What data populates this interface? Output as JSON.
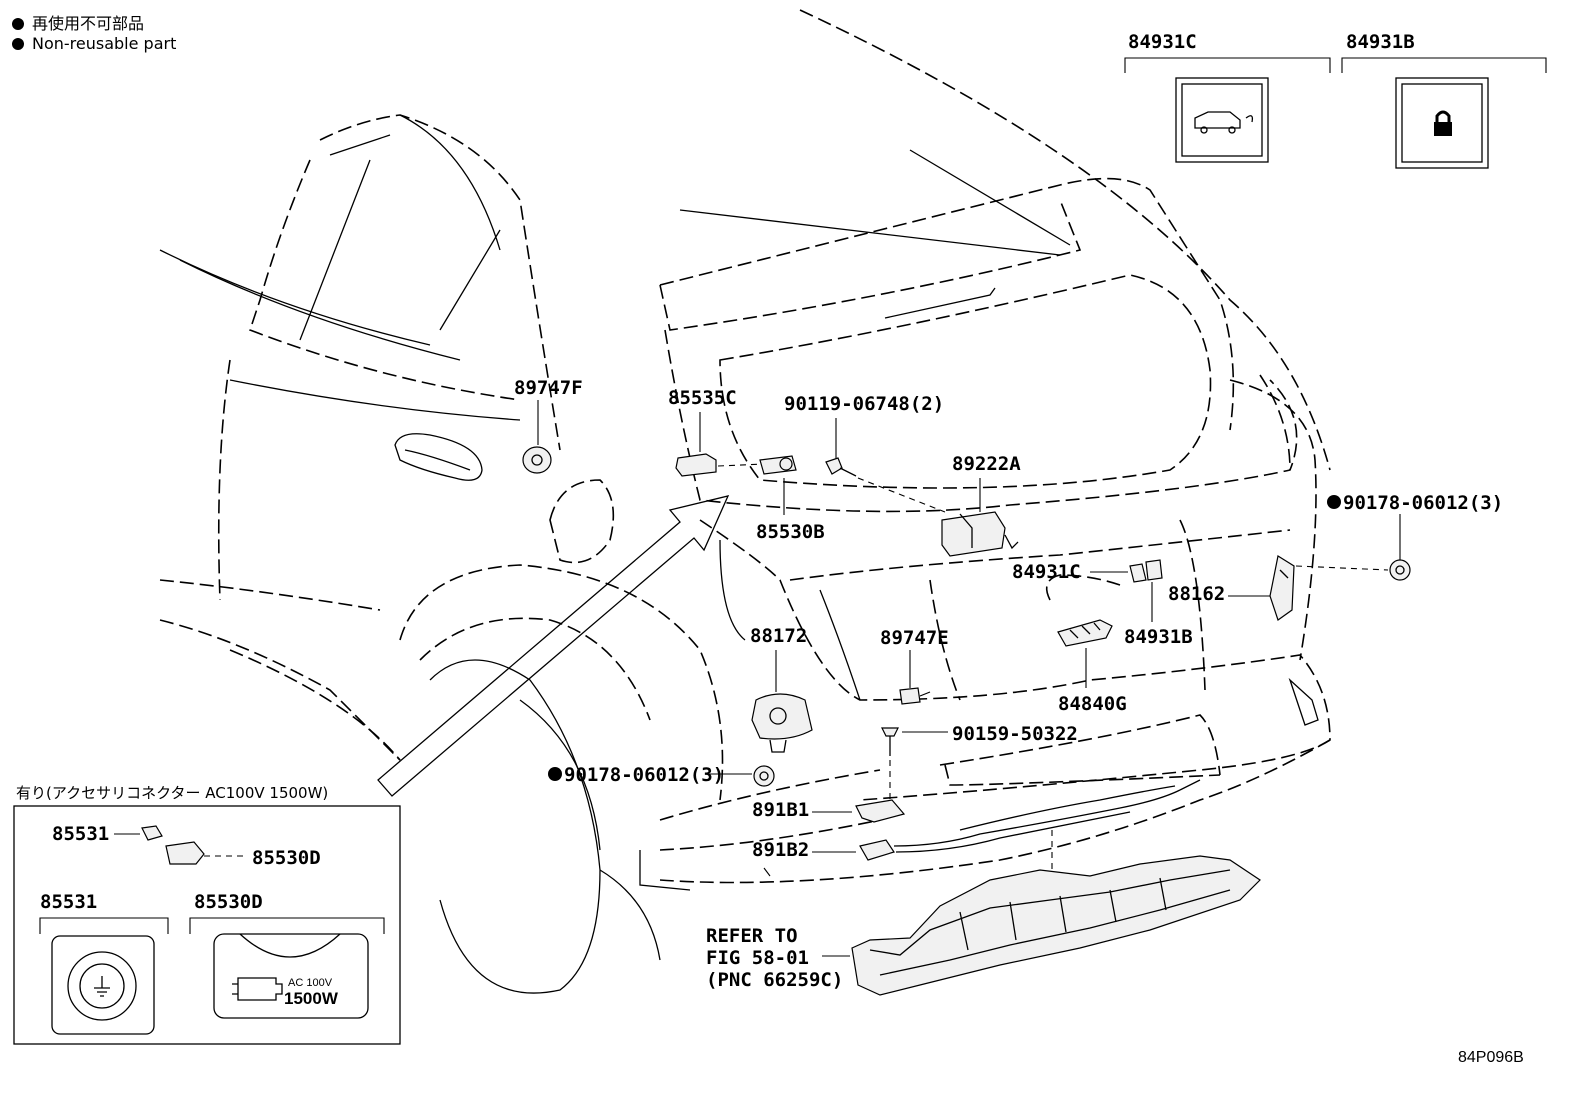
{
  "legend": {
    "jp": "再使用不可部品",
    "en": "Non-reusable part"
  },
  "figure_code": "84P096B",
  "labels": {
    "c84931C_top": "84931C",
    "c84931B_top": "84931B",
    "c89747F": "89747F",
    "c85535C": "85535C",
    "c90119": "90119-06748(2)",
    "c89222A": "89222A",
    "c85530B": "85530B",
    "c90178_right": "90178-06012(3)",
    "c84931C": "84931C",
    "c88162": "88162",
    "c84931B": "84931B",
    "c88172": "88172",
    "c89747E": "89747E",
    "c84840G": "84840G",
    "c90159": "90159-50322",
    "c90178_left": "90178-06012(3)",
    "c891B1": "891B1",
    "c891B2": "891B2",
    "refer1": "REFER TO",
    "refer2": "FIG 58-01",
    "refer3": "(PNC 66259C)",
    "inset_title": "有り(アクセサリコネクター AC100V 1500W)",
    "c85531_a": "85531",
    "c85530D_a": "85530D",
    "c85531_b": "85531",
    "c85530D_b": "85530D",
    "ac_label": "AC 100V",
    "watt_label": "1500W"
  }
}
